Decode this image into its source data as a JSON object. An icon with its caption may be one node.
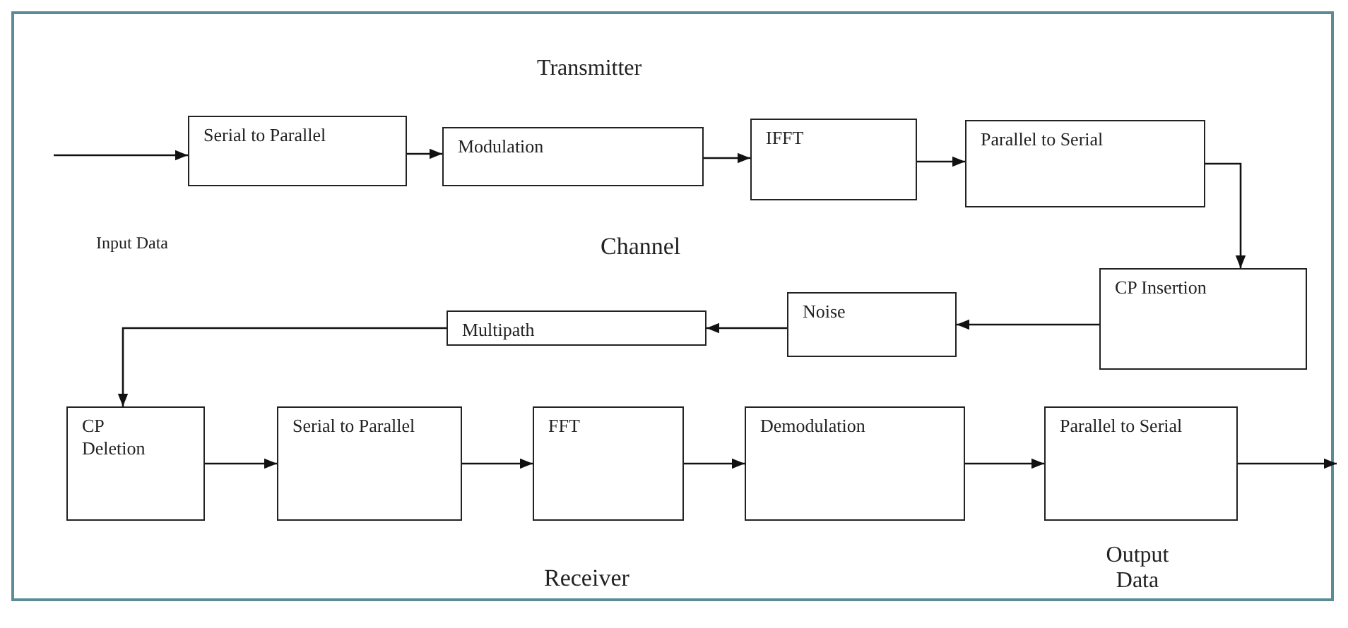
{
  "diagram": {
    "nodes": [
      {
        "text": [
          "Serial to Parallel"
        ]
      },
      {
        "text": [
          "Modulation"
        ]
      },
      {
        "text": [
          "IFFT"
        ]
      },
      {
        "text": [
          "Parallel to Serial"
        ]
      },
      {
        "text": [
          "CP Insertion"
        ]
      },
      {
        "text": [
          "Noise"
        ]
      },
      {
        "text": [
          "Multipath"
        ]
      },
      {
        "text": [
          "CP Deletion"
        ]
      },
      {
        "text": [
          "Serial to Parallel"
        ]
      },
      {
        "text": [
          "FFT"
        ]
      },
      {
        "text": [
          "Demodulation"
        ]
      },
      {
        "text": [
          "Parallel to Serial"
        ]
      }
    ],
    "edges": [
      {
        "from": null,
        "to": 0,
        "arrow": "to"
      },
      {
        "from": 0,
        "to": 1,
        "arrow": "to"
      },
      {
        "from": 1,
        "to": 2,
        "arrow": "to"
      },
      {
        "from": 2,
        "to": 3,
        "arrow": "to"
      },
      {
        "from": 3,
        "to": 4,
        "arrow": "to"
      },
      {
        "from": 4,
        "to": 5,
        "arrow": "to"
      },
      {
        "from": 5,
        "to": 6,
        "arrow": "to"
      },
      {
        "from": 6,
        "to": 7,
        "arrow": "to"
      },
      {
        "from": 7,
        "to": 8,
        "arrow": "to"
      },
      {
        "from": 8,
        "to": 9,
        "arrow": "to"
      },
      {
        "from": 9,
        "to": 10,
        "arrow": "to"
      },
      {
        "from": 10,
        "to": 11,
        "arrow": "to"
      },
      {
        "from": 11,
        "to": null,
        "arrow": "to"
      }
    ],
    "labels": [
      "Transmitter",
      "Input Data",
      "Channel",
      "Receiver",
      "Output Data"
    ]
  }
}
